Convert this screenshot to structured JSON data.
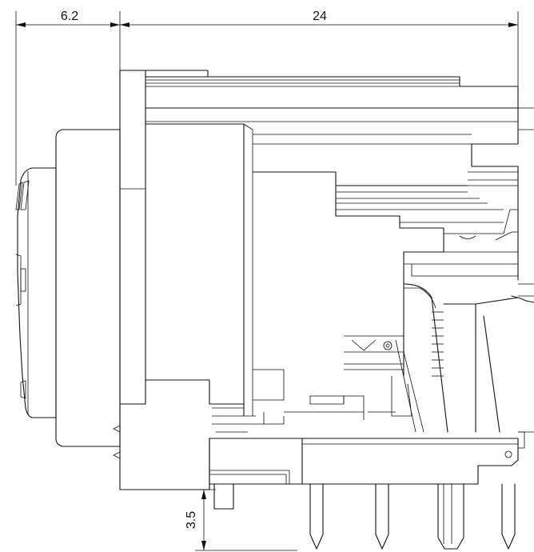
{
  "dimensions": {
    "top_left": "6.2",
    "top_right": "24",
    "pin_length": "3.5"
  },
  "colors": {
    "line": "#111111",
    "background": "#ffffff"
  }
}
